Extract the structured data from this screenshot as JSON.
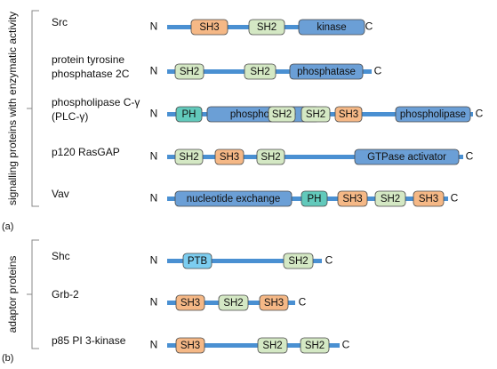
{
  "colors": {
    "backbone": "#4a90d2",
    "bracket": "#888888",
    "SH3": "#f5b886",
    "SH2": "#d4e8c4",
    "kinase": "#6b9fd6",
    "phosphatase": "#6b9fd6",
    "phospholipase": "#6b9fd6",
    "gtpase": "#6b9fd6",
    "nucleotide": "#6b9fd6",
    "PH": "#62c9bb",
    "PTB": "#7ccdf0",
    "domain_border": "#4a4a4a"
  },
  "groups": [
    {
      "side_label": "signalling proteins with enzymatic activity",
      "panel_label": "(a)",
      "proteins": [
        {
          "name_lines": [
            "Src"
          ],
          "n_label": "N",
          "c_label": "C",
          "domains": [
            {
              "label": "SH3",
              "type": "SH3"
            },
            {
              "label": "SH2",
              "type": "SH2"
            },
            {
              "label": "kinase",
              "type": "kinase"
            }
          ]
        },
        {
          "name_lines": [
            "protein tyrosine",
            "phosphatase 2C"
          ],
          "n_label": "N",
          "c_label": "C",
          "domains": [
            {
              "label": "SH2",
              "type": "SH2"
            },
            {
              "label": "SH2",
              "type": "SH2"
            },
            {
              "label": "phosphatase",
              "type": "phosphatase"
            }
          ]
        },
        {
          "name_lines": [
            "phospholipase C-γ",
            "(PLC-γ)"
          ],
          "n_label": "N",
          "c_label": "C",
          "domains": [
            {
              "label": "PH",
              "type": "PH"
            },
            {
              "label": "phospholipase",
              "type": "phospholipase"
            },
            {
              "label": "SH2",
              "type": "SH2"
            },
            {
              "label": "SH2",
              "type": "SH2"
            },
            {
              "label": "SH3",
              "type": "SH3"
            },
            {
              "label": "phospholipase",
              "type": "phospholipase"
            }
          ]
        },
        {
          "name_lines": [
            "p120 RasGAP"
          ],
          "n_label": "N",
          "c_label": "C",
          "domains": [
            {
              "label": "SH2",
              "type": "SH2"
            },
            {
              "label": "SH3",
              "type": "SH3"
            },
            {
              "label": "SH2",
              "type": "SH2"
            },
            {
              "label": "GTPase activator",
              "type": "gtpase"
            }
          ]
        },
        {
          "name_lines": [
            "Vav"
          ],
          "n_label": "N",
          "c_label": "C",
          "domains": [
            {
              "label": "nucleotide exchange",
              "type": "nucleotide"
            },
            {
              "label": "PH",
              "type": "PH"
            },
            {
              "label": "SH3",
              "type": "SH3"
            },
            {
              "label": "SH2",
              "type": "SH2"
            },
            {
              "label": "SH3",
              "type": "SH3"
            }
          ]
        }
      ]
    },
    {
      "side_label": "adaptor proteins",
      "panel_label": "(b)",
      "proteins": [
        {
          "name_lines": [
            "Shc"
          ],
          "n_label": "N",
          "c_label": "C",
          "domains": [
            {
              "label": "PTB",
              "type": "PTB"
            },
            {
              "label": "SH2",
              "type": "SH2"
            }
          ]
        },
        {
          "name_lines": [
            "Grb-2"
          ],
          "n_label": "N",
          "c_label": "C",
          "domains": [
            {
              "label": "SH3",
              "type": "SH3"
            },
            {
              "label": "SH2",
              "type": "SH2"
            },
            {
              "label": "SH3",
              "type": "SH3"
            }
          ]
        },
        {
          "name_lines": [
            "p85 PI 3-kinase"
          ],
          "n_label": "N",
          "c_label": "C",
          "domains": [
            {
              "label": "SH3",
              "type": "SH3"
            },
            {
              "label": "SH2",
              "type": "SH2"
            },
            {
              "label": "SH2",
              "type": "SH2"
            }
          ]
        }
      ]
    }
  ]
}
